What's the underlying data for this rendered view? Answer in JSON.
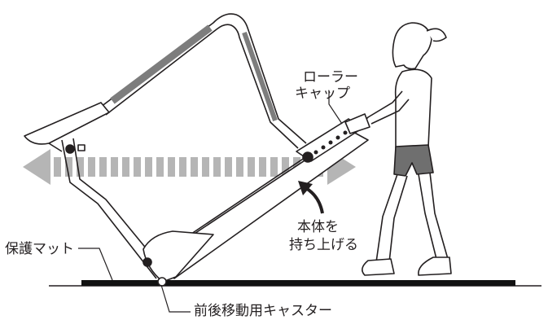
{
  "labels": {
    "roller_cap": [
      "ローラー",
      "キャップ"
    ],
    "lift_body": [
      "本体を",
      "持ち上げる"
    ],
    "protective_mat": "保護マット",
    "caster": "前後移動用キャスター"
  },
  "colors": {
    "line": "#231f20",
    "handrail_grip": "#7d7d7d",
    "arrow_gray": "#b5b5b5",
    "mat": "#111111",
    "shorts": "#6f6f6f",
    "paper": "#ffffff"
  },
  "icons": [
    "double-headed-move-arrow-icon",
    "curved-lift-arrow-icon"
  ]
}
